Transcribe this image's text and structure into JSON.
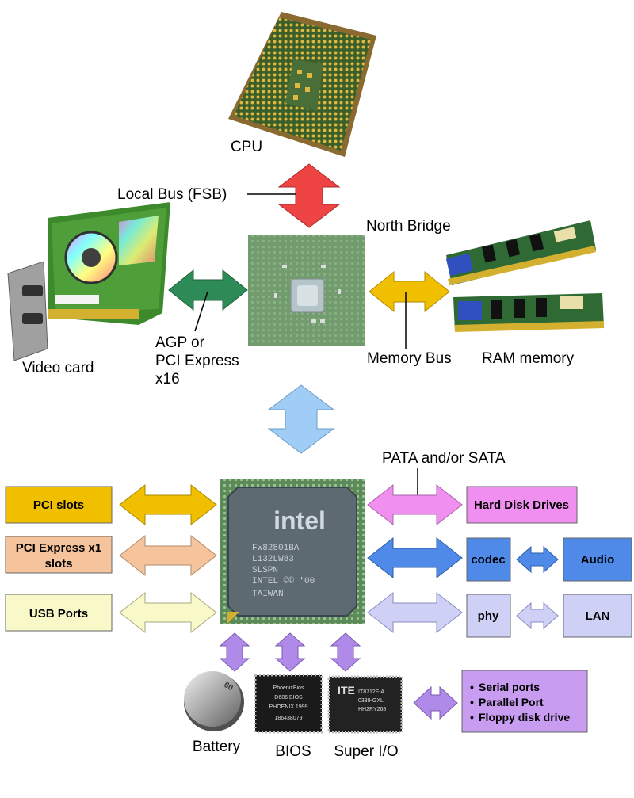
{
  "labels": {
    "cpu": "CPU",
    "local_bus": "Local Bus (FSB)",
    "north_bridge": "North Bridge",
    "agp_line1": "AGP or",
    "agp_line2": "PCI Express",
    "agp_line3": "x16",
    "video_card": "Video card",
    "memory_bus": "Memory Bus",
    "ram_memory": "RAM memory",
    "pata_sata": "PATA and/or SATA",
    "battery": "Battery",
    "bios": "BIOS",
    "super_io": "Super I/O"
  },
  "boxes": {
    "pci_slots": "PCI slots",
    "pcie_x1_line1": "PCI Express x1",
    "pcie_x1_line2": "slots",
    "usb_ports": "USB Ports",
    "hard_disk": "Hard Disk Drives",
    "codec": "codec",
    "audio": "Audio",
    "phy": "phy",
    "lan": "LAN"
  },
  "io_list": [
    "Serial ports",
    "Parallel Port",
    "Floppy disk drive"
  ],
  "chip_markings": {
    "brand": "intel",
    "part": "FW82801BA",
    "lot": "L132LW83",
    "spec": "SLSPN",
    "copyright": "INTEL ©© '00",
    "origin": "TAIWAN"
  },
  "bios_markings": [
    "PhoenixBios",
    "D686 BIOS",
    "PHOENIX 1999",
    "186438079"
  ],
  "superio_markings": [
    "ITE",
    "IT8712F-A",
    "0339-GXL",
    "HH2RY268"
  ],
  "battery_marking": "60",
  "colors": {
    "fsb_arrow": "#ee4444",
    "agp_arrow": "#2e8b57",
    "memory_arrow": "#f0c000",
    "southbridge_link": "#9fcdf5",
    "pci": "#f0c000",
    "pcie_x1": "#f5c49c",
    "usb": "#f8f8c8",
    "hard_disk": "#f08ff0",
    "codec_audio": "#4f8ae8",
    "phy_lan": "#cfd0f5",
    "lpc": "#b08ae8"
  }
}
